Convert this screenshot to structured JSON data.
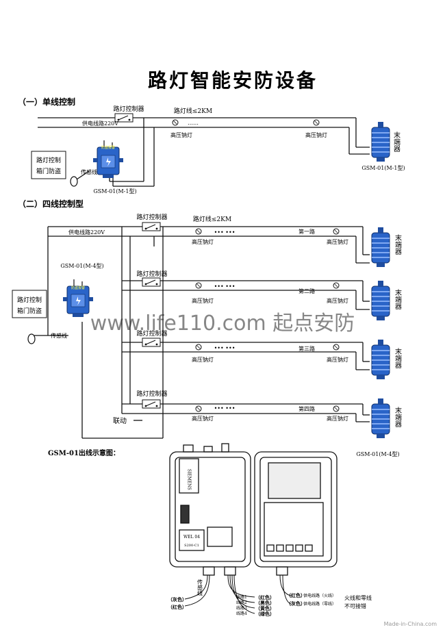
{
  "title": "路灯智能安防设备",
  "section1": {
    "heading": "（一）单线控制",
    "controller": "路灯控制器",
    "supply": "供电线路220V",
    "line_label": "路灯线≤2KM",
    "dots": "……",
    "lamp": "高压钠灯",
    "terminal": "末端器",
    "box": [
      "路灯控制",
      "箱门防盗"
    ],
    "sensor": "传感线",
    "device": "GSM-01(M-1型)",
    "terminal_model": "GSM-01(M-1型)"
  },
  "section2": {
    "heading": "（二）四线控制型",
    "controller": "路灯控制器",
    "supply": "供电线路220V",
    "line_label": "路灯线≤2KM",
    "dots": "••• •••",
    "lamp": "高压钠灯",
    "device": "GSM-01(M-4型)",
    "box": [
      "路灯控制",
      "箱门防盗"
    ],
    "sensor": "传感线",
    "linkage": "联动",
    "terminal": "末端器",
    "terminal_model": "GSM-01(M-4型)",
    "routes": [
      "第一路",
      "第二路",
      "第三路",
      "第四路"
    ]
  },
  "device_badge": "防盗报警",
  "watermark": "www.life110.com  起点安防",
  "section3": {
    "heading": "GSM-01出线示意图：",
    "sensor": "传感线",
    "left_colors": [
      "（灰色）",
      "（红色）"
    ],
    "lines": [
      "线路1",
      "线路2",
      "线路3",
      "线路4"
    ],
    "line_colors": [
      "（红色）",
      "（黑色）",
      "（黄色）",
      "（绿色）"
    ],
    "power_colors": [
      "（红色）",
      "（灰色）"
    ],
    "power_lines": [
      "供电线路（火线）",
      "供电线路（零线）"
    ],
    "power_note": [
      "火线和零线",
      "不可接错"
    ],
    "panel": "SIEMENS",
    "panel_label": "WEL 04",
    "panel_model": "S200-C1"
  },
  "footer": "Made-in-China.com"
}
